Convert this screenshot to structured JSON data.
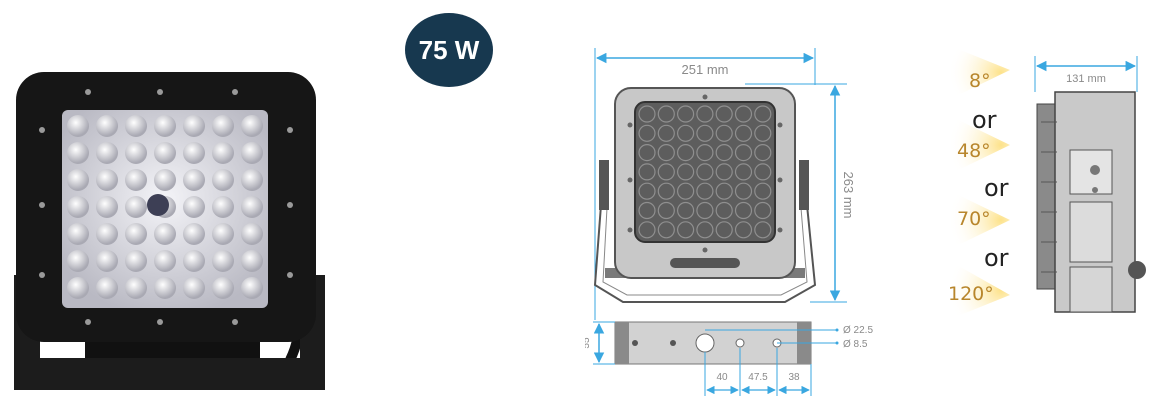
{
  "power": "75 W",
  "dimensions": {
    "width": "251 mm",
    "height": "263 mm",
    "depth": "131 mm",
    "bracket_height": "55",
    "hole_large": "Ø 22.5",
    "hole_small": "Ø 8.5",
    "spacing_1": "40",
    "spacing_2": "47.5",
    "spacing_3": "38"
  },
  "beam_options": {
    "angles": [
      "8°",
      "48°",
      "70°",
      "120°"
    ],
    "separator": "or"
  },
  "colors": {
    "badge": "#17384f",
    "dimension_line": "#3aa7e0",
    "beam_glow": "#fde9a0"
  }
}
